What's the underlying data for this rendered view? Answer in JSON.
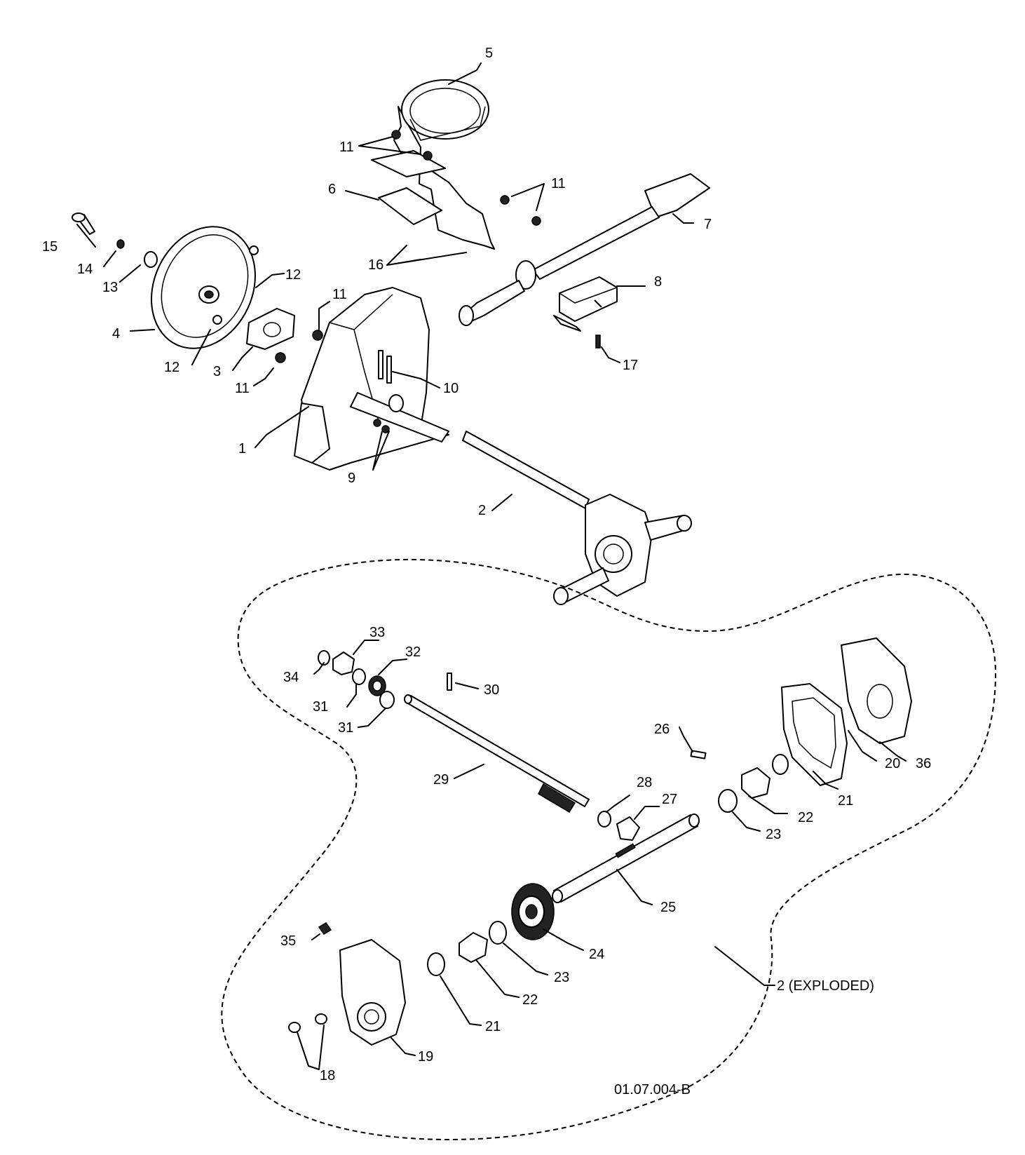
{
  "drawing_code": "01.07.004-B",
  "exploded_label": "2 (EXPLODED)",
  "labels": {
    "n1": "1",
    "n2": "2",
    "n3": "3",
    "n4": "4",
    "n5": "5",
    "n6": "6",
    "n7": "7",
    "n8": "8",
    "n9": "9",
    "n10": "10",
    "n11": "11",
    "n12": "12",
    "n13": "13",
    "n14": "14",
    "n15": "15",
    "n16": "16",
    "n17": "17",
    "n18": "18",
    "n19": "19",
    "n20": "20",
    "n21": "21",
    "n22": "22",
    "n23": "23",
    "n24": "24",
    "n25": "25",
    "n26": "26",
    "n27": "27",
    "n28": "28",
    "n29": "29",
    "n30": "30",
    "n31": "31",
    "n32": "32",
    "n33": "33",
    "n34": "34",
    "n35": "35",
    "n36": "36"
  }
}
